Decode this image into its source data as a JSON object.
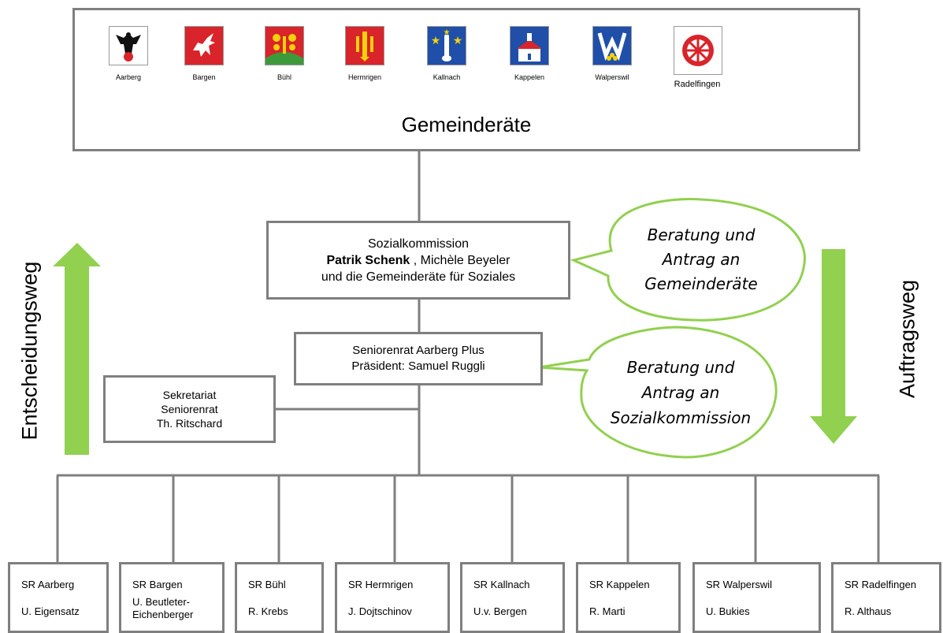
{
  "gemeinden": [
    {
      "name": "Aarberg",
      "icon": "aarberg-eagle-crest-icon"
    },
    {
      "name": "Bargen",
      "icon": "bargen-pegasus-crest-icon"
    },
    {
      "name": "Bühl",
      "icon": "buehl-vine-crest-icon"
    },
    {
      "name": "Hermrigen",
      "icon": "hermrigen-sword-crest-icon"
    },
    {
      "name": "Kallnach",
      "icon": "kallnach-stars-crest-icon"
    },
    {
      "name": "Kappelen",
      "icon": "kappelen-chapel-crest-icon"
    },
    {
      "name": "Walperswil",
      "icon": "walperswil-grapes-crest-icon"
    },
    {
      "name": "Radelfingen",
      "icon": "radelfingen-wheel-crest-icon"
    }
  ],
  "gemeinderaete_title": "Gemeinderäte",
  "sozialkommission": {
    "line1": "Sozialkommission",
    "president": "Patrik Schenk",
    "line2_rest": " , Michèle Beyeler",
    "line3": "und die Gemeinderäte für Soziales"
  },
  "seniorenrat": {
    "line1": "Seniorenrat Aarberg Plus",
    "line2": "Präsident: Samuel Ruggli"
  },
  "sekretariat": {
    "line1": "Sekretariat",
    "line2": "Seniorenrat",
    "line3": "Th. Ritschard"
  },
  "bubble1": {
    "line1": "Beratung und",
    "line2": "Antrag an",
    "line3": "Gemeinderäte"
  },
  "bubble2": {
    "line1": "Beratung und",
    "line2": "Antrag an",
    "line3": "Sozialkommission"
  },
  "left_label": "Entscheidungsweg",
  "right_label": "Auftragsweg",
  "seniorenraete": [
    {
      "name": "SR Aarberg",
      "person": "U. Eigensatz"
    },
    {
      "name": "SR Bargen",
      "person": "U. Beutleter-\nEichenberger"
    },
    {
      "name": "SR Bühl",
      "person": "R. Krebs"
    },
    {
      "name": "SR Hermrigen",
      "person": "J. Dojtschinov"
    },
    {
      "name": "SR Kallnach",
      "person": "U.v. Bergen"
    },
    {
      "name": "SR Kappelen",
      "person": "R. Marti"
    },
    {
      "name": "SR Walperswil",
      "person": "U. Bukies"
    },
    {
      "name": "SR Radelfingen",
      "person": "R. Althaus"
    }
  ],
  "colors": {
    "arrow_green": "#92d050",
    "bubble_border": "#92d050",
    "box_border": "#7f7f7f",
    "crest_red": "#d8242a",
    "crest_blue": "#1f4fa8",
    "crest_yellow": "#f5d10a",
    "crest_green": "#3d9a3a"
  }
}
